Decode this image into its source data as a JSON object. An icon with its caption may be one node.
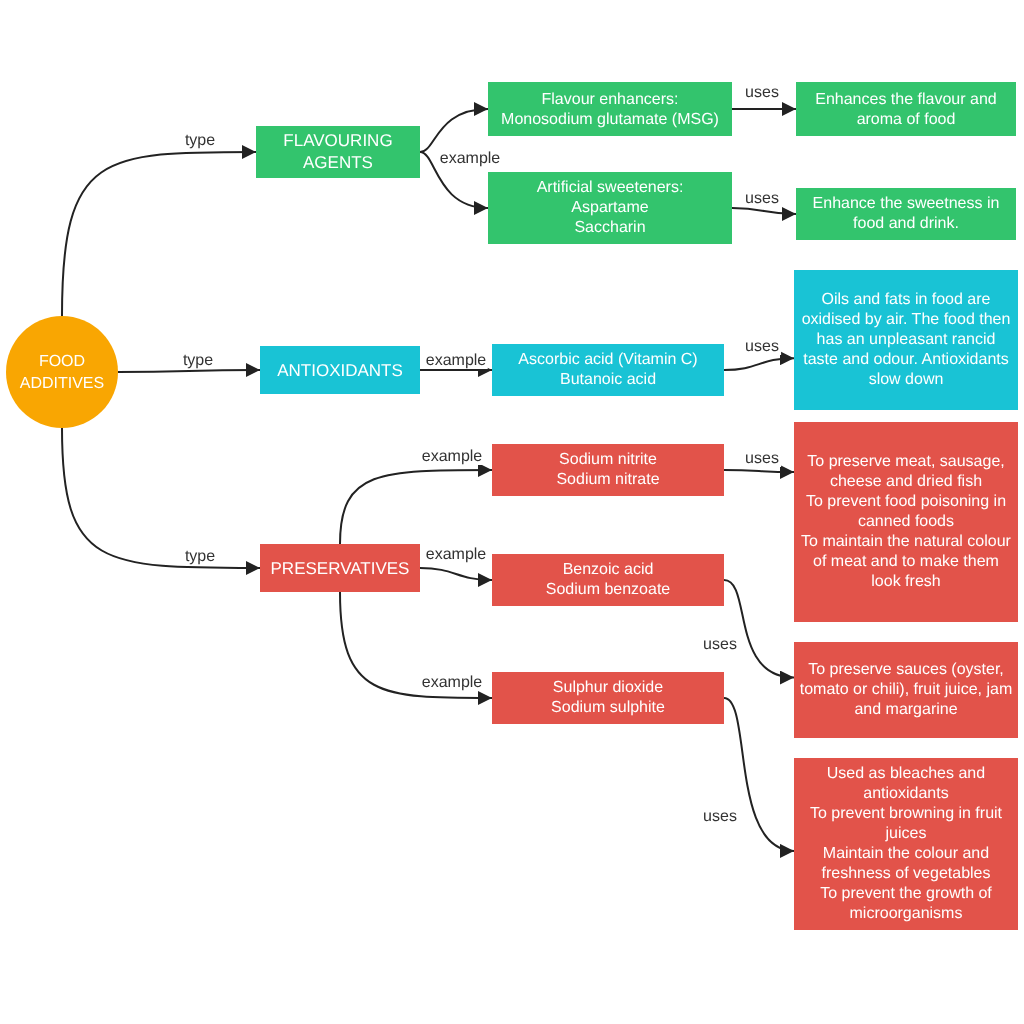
{
  "diagram": {
    "nodes": [
      {
        "text": [
          "FOOD ADDITIVES"
        ]
      },
      {
        "text": [
          "FLAVOURING AGENTS"
        ]
      },
      {
        "text": [
          "Flavour enhancers:",
          "Monosodium glutamate (MSG)"
        ]
      },
      {
        "text": [
          "Enhances the flavour and aroma of food"
        ]
      },
      {
        "text": [
          "Artificial sweeteners:",
          "Aspartame",
          "Saccharin"
        ]
      },
      {
        "text": [
          "Enhance the sweetness in food and drink."
        ]
      },
      {
        "text": [
          "ANTIOXIDANTS"
        ]
      },
      {
        "text": [
          "Ascorbic acid (Vitamin C)",
          "Butanoic acid"
        ]
      },
      {
        "text": [
          "Oils and fats in food are oxidised by air. The food then has an unpleasant rancid taste and odour. Antioxidants slow down"
        ]
      },
      {
        "text": [
          "PRESERVATIVES"
        ]
      },
      {
        "text": [
          "Sodium nitrite",
          "Sodium nitrate"
        ]
      },
      {
        "text": [
          "To preserve meat, sausage, cheese and dried fish",
          "To prevent food poisoning in canned foods",
          "To maintain the natural colour of meat and to make them look fresh"
        ]
      },
      {
        "text": [
          "Benzoic acid",
          "Sodium benzoate"
        ]
      },
      {
        "text": [
          "To preserve sauces (oyster, tomato or chili), fruit juice, jam and margarine"
        ]
      },
      {
        "text": [
          "Sulphur dioxide",
          "Sodium sulphite"
        ]
      },
      {
        "text": [
          "Used as bleaches and antioxidants",
          "To prevent browning in fruit juices",
          "Maintain the colour and freshness of vegetables",
          "To prevent the growth of microorganisms"
        ]
      }
    ],
    "edges": [
      {
        "from": 0,
        "to": 1,
        "arrow": "to",
        "label": "type"
      },
      {
        "from": 0,
        "to": 6,
        "arrow": "to",
        "label": "type"
      },
      {
        "from": 0,
        "to": 9,
        "arrow": "to",
        "label": "type"
      },
      {
        "from": 1,
        "to": 2,
        "arrow": "to",
        "label": "example"
      },
      {
        "from": 1,
        "to": 4,
        "arrow": "to"
      },
      {
        "from": 2,
        "to": 3,
        "arrow": "to",
        "label": "uses"
      },
      {
        "from": 4,
        "to": 5,
        "arrow": "to",
        "label": "uses"
      },
      {
        "from": 6,
        "to": 7,
        "arrow": "to",
        "label": "example"
      },
      {
        "from": 7,
        "to": 8,
        "arrow": "to",
        "label": "uses"
      },
      {
        "from": 9,
        "to": 10,
        "arrow": "to",
        "label": "example"
      },
      {
        "from": 9,
        "to": 12,
        "arrow": "to",
        "label": "example"
      },
      {
        "from": 9,
        "to": 14,
        "arrow": "to",
        "label": "example"
      },
      {
        "from": 10,
        "to": 11,
        "arrow": "to",
        "label": "uses"
      },
      {
        "from": 12,
        "to": 13,
        "arrow": "to",
        "label": "uses"
      },
      {
        "from": 14,
        "to": 15,
        "arrow": "to",
        "label": "uses"
      }
    ]
  }
}
